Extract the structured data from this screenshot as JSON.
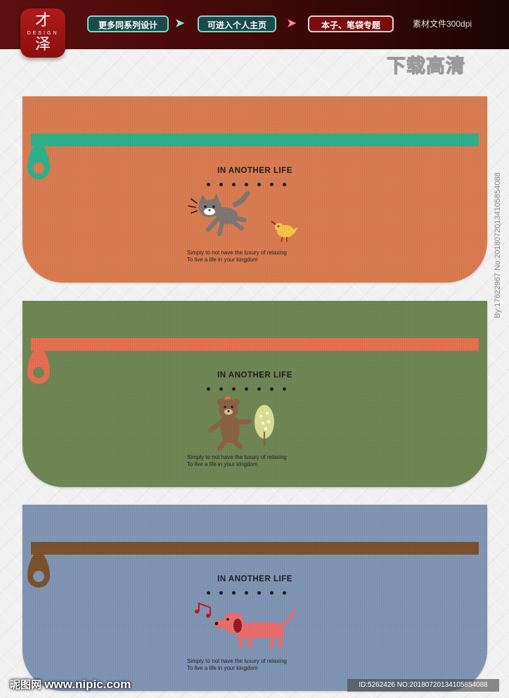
{
  "header": {
    "logo": {
      "top": "才",
      "middle": "DESIGN",
      "bottom": "泽"
    },
    "buttons": [
      {
        "label": "更多同系列设计"
      },
      {
        "label": "可进入个人主页"
      },
      {
        "label": "本子、笔袋专题"
      }
    ],
    "dpi_label": "素材文件300dpi"
  },
  "download_label": "下载高清",
  "vertical_id": "By:17622967 No:20180720134105854088",
  "cases": [
    {
      "color": "#d97a4f",
      "zipper_color": "#2bb08a",
      "title": "IN ANOTHER LIFE",
      "line1": "Simply to not have the luxury of relaxing",
      "line2": "To live a life in your kingdom",
      "animal": "cat-icon"
    },
    {
      "color": "#6e8452",
      "zipper_color": "#e66d4d",
      "title": "IN ANOTHER LIFE",
      "line1": "Simply to not have the luxury of relaxing",
      "line2": "To live a life in your kingdom",
      "animal": "bear-icon"
    },
    {
      "color": "#7f93b3",
      "zipper_color": "#7a4f2a",
      "title": "IN ANOTHER LIFE",
      "line1": "Simply to not have the luxury of relaxing",
      "line2": "To live a life in your kingdom",
      "animal": "dog-icon"
    }
  ],
  "footer": {
    "site_logo": "昵图网",
    "site_domain": "www.nipic.com",
    "id_text": "ID:5262426 NO:20180720134105854088"
  }
}
